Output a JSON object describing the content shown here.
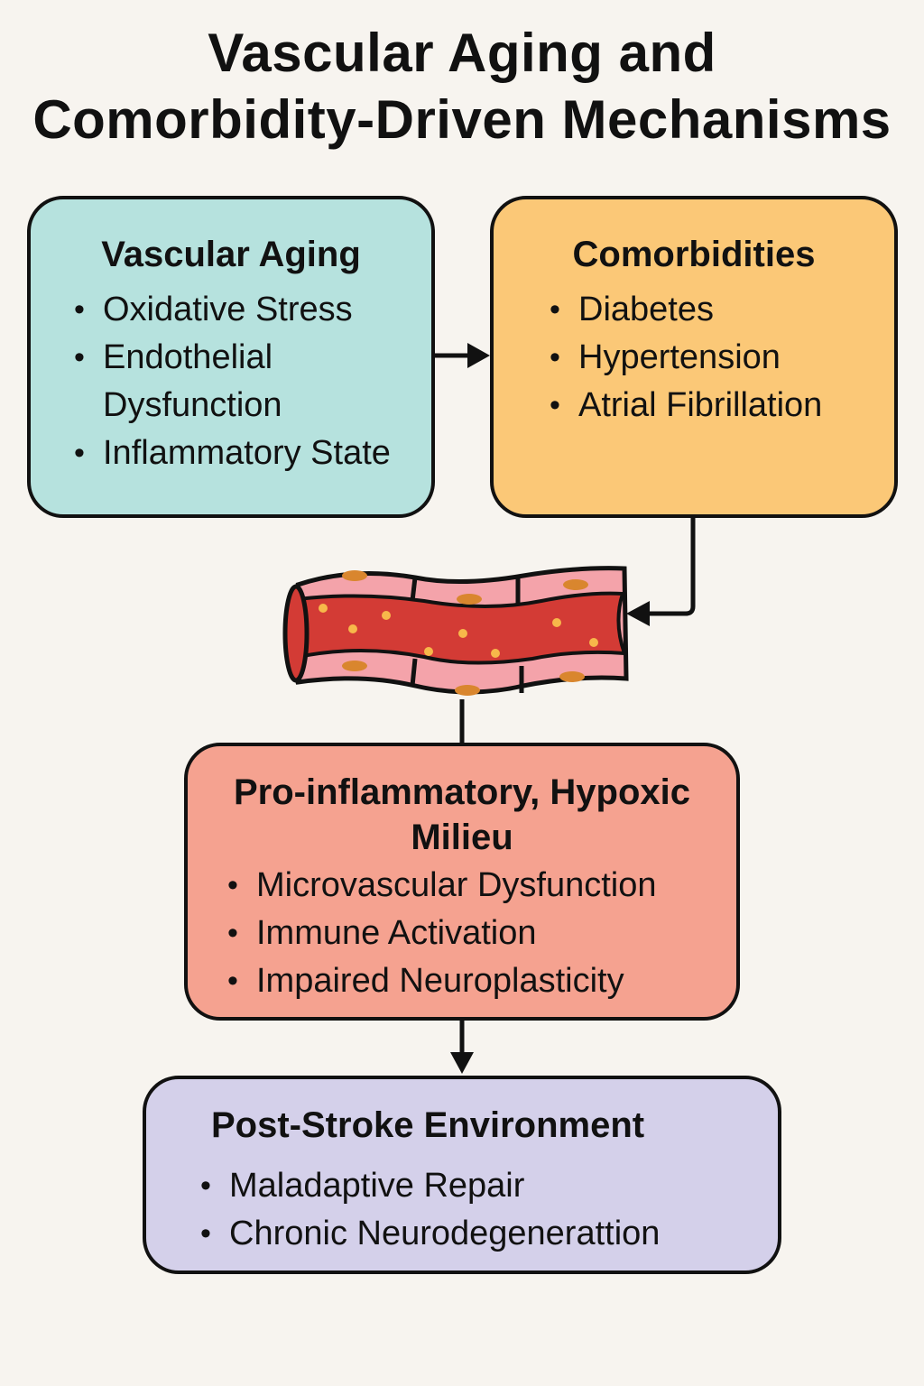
{
  "title": {
    "line1": "Vascular Aging and",
    "line2": "Comorbidity-Driven Mechanisms"
  },
  "boxes": {
    "vascular_aging": {
      "heading": "Vascular Aging",
      "color": "#b6e2de",
      "items": [
        "Oxidative Stress",
        "Endothelial Dysfunction",
        "Inflammatory State"
      ]
    },
    "comorbidities": {
      "heading": "Comorbidities",
      "color": "#fbc877",
      "items": [
        "Diabetes",
        "Hypertension",
        "Atrial Fibrillation"
      ]
    },
    "milieu": {
      "heading": "Pro-inflammatory, Hypoxic Milieu",
      "color": "#f5a290",
      "items": [
        "Microvascular Dysfunction",
        "Immune Activation",
        "Impaired Neuroplasticity"
      ]
    },
    "post_stroke": {
      "heading": "Post-Stroke Environment",
      "color": "#d4d0ea",
      "items": [
        "Maladaptive Repair",
        "Chronic Neurodegenerattion"
      ]
    }
  },
  "illustration": {
    "name": "blood-vessel",
    "colors": {
      "lumen": "#d33b35",
      "wall": "#f4a3aa",
      "nucleus": "#d9862e",
      "cell": "#f7b84a"
    }
  },
  "connectors": [
    {
      "from": "vascular_aging",
      "to": "comorbidities",
      "type": "arrow"
    },
    {
      "from": "comorbidities",
      "to": "blood-vessel",
      "type": "elbow-arrow"
    },
    {
      "from": "blood-vessel",
      "to": "milieu",
      "type": "line"
    },
    {
      "from": "milieu",
      "to": "post_stroke",
      "type": "arrow"
    }
  ]
}
